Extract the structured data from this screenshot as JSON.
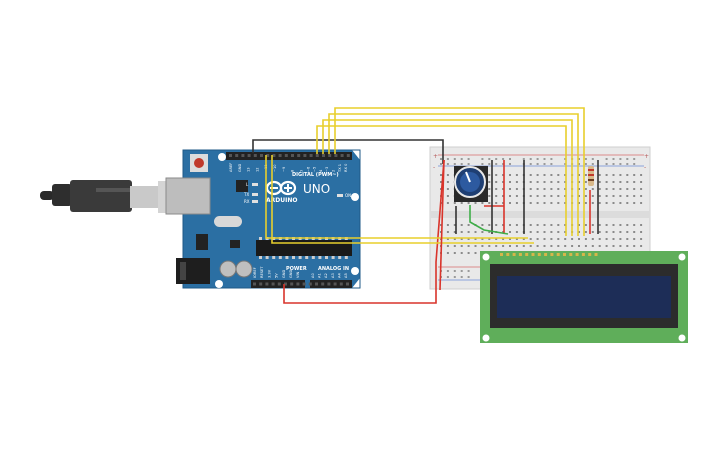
{
  "board": {
    "brand": "ARDUINO",
    "model": "UNO",
    "digital_header": "DIGITAL (PWM~)",
    "power_header": "POWER",
    "analog_header": "ANALOG IN",
    "led_on": "ON",
    "led_tx": "TX",
    "led_rx": "RX",
    "led_l": "L",
    "left_pins": [
      "AREF",
      "GND",
      "13",
      "12",
      "~11",
      "~10",
      "~9",
      "8"
    ],
    "right_pins": [
      "7",
      "~6",
      "~5",
      "4",
      "~3",
      "2",
      "TX 1",
      "RX 0"
    ],
    "power_pins": [
      "IOREF",
      "RESET",
      "3.3V",
      "5V",
      "GND",
      "GND",
      "VIN"
    ],
    "analog_pins": [
      "A0",
      "A1",
      "A2",
      "A3",
      "A4",
      "A5"
    ]
  },
  "breadboard": {
    "rail_plus": "+",
    "rail_minus": "-"
  },
  "colors": {
    "board": "#2b6fa3",
    "board_dark": "#1f5a87",
    "breadboard": "#e9e9e9",
    "wire_yellow": "#e8cf2c",
    "wire_red": "#d9342b",
    "wire_black": "#333333",
    "wire_green": "#3fae49",
    "lcd_pcb": "#5fae5a",
    "lcd_screen": "#1d2d57"
  }
}
